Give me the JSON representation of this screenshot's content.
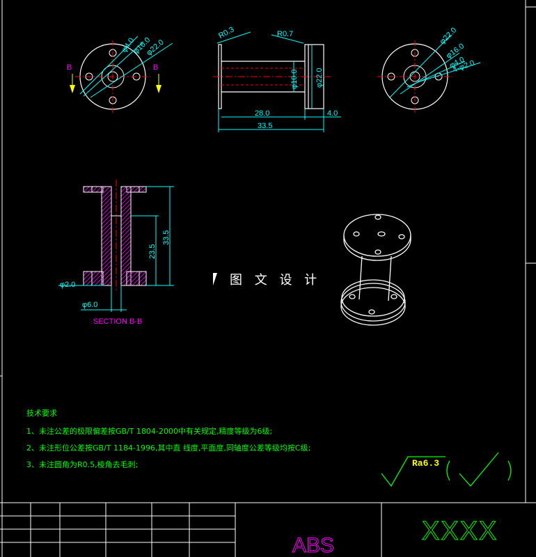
{
  "views": {
    "left": {
      "label_b_left": "B",
      "label_b_right": "B",
      "dims": [
        "φ4.0",
        "φ16.0",
        "φ22.0"
      ]
    },
    "front": {
      "radius_left": "R0.3",
      "radius_right": "R0.7",
      "dia_inner": "φ10.0",
      "dia_outer": "φ22.0",
      "len_body": "28.0",
      "len_total": "33.5",
      "len_flange": "4.0"
    },
    "right": {
      "dims": [
        "φ22.0",
        "φ16.0",
        "φ4.0",
        "4-φ2.0"
      ]
    },
    "section": {
      "height_total": "33.5",
      "height_inner": "23.5",
      "dia_small": "φ2.0",
      "dia_bore": "φ6.0",
      "caption": "SECTION B-B"
    }
  },
  "watermark": "图 文 设 计",
  "notes": {
    "heading": "技术要求",
    "items": [
      "1、未注公差的极限偏差按GB/T 1804-2000中有关规定,精度等级为6级;",
      "2、未注形位公差按GB/T 1184-1996,其中直 线度,平面度,同轴度公差等级均按C级;",
      "3、未注圆角为R0.5,棱角去毛刺;"
    ]
  },
  "roughness": {
    "value": "Ra6.3"
  },
  "title_block": {
    "material": "ABS",
    "drawing_name": "XXXX"
  },
  "colors": {
    "cyan": "#00ffff",
    "magenta": "#ff00ff",
    "green": "#00ff00",
    "red": "#ff0000",
    "yellow": "#ffff00",
    "white": "#ffffff"
  }
}
